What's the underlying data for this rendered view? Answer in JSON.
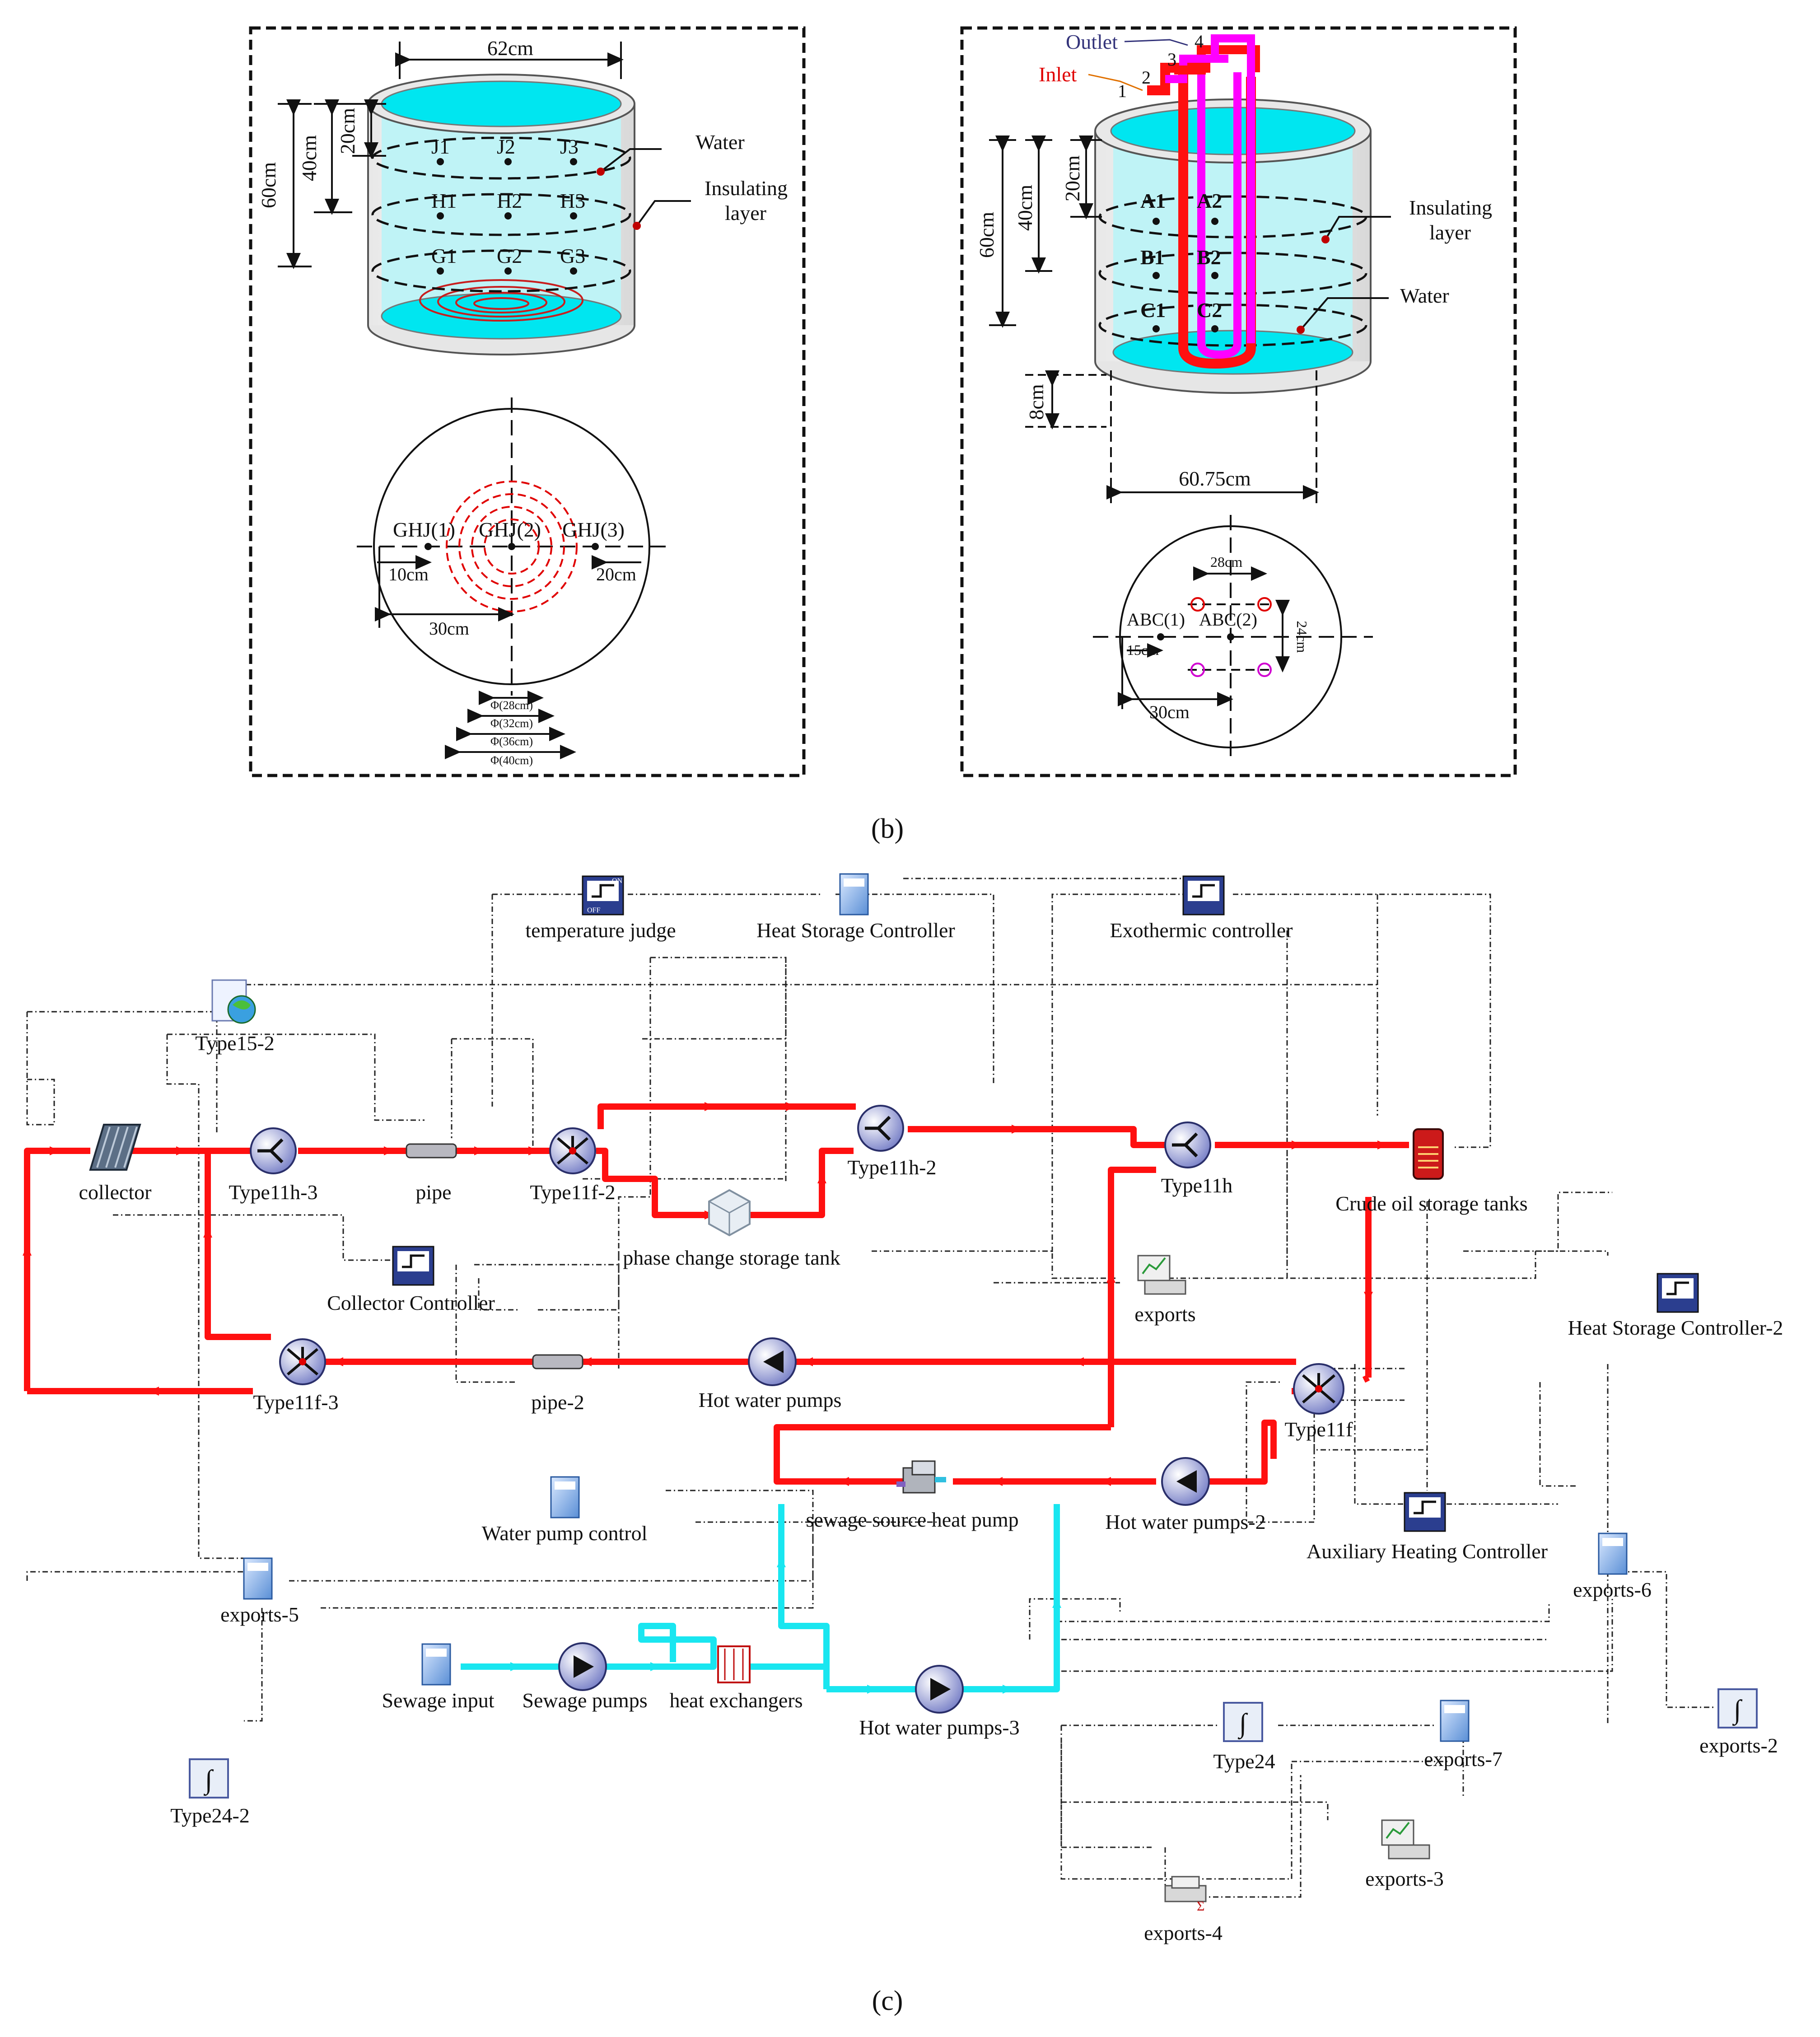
{
  "colors": {
    "hot_pipe": "#ff1010",
    "cold_pipe": "#19e6f0",
    "outlet_pipe": "#ff00ff",
    "water": "#bff3f6",
    "water_top": "#00e6f0"
  },
  "panel_b": {
    "caption": "(b)",
    "left": {
      "dim_diameter": "62cm",
      "dim_60": "60cm",
      "dim_40": "40cm",
      "dim_20": "20cm",
      "label_water": "Water",
      "label_insulating": "Insulating layer",
      "points": [
        "J1",
        "J2",
        "J3",
        "H1",
        "H2",
        "H3",
        "G1",
        "G2",
        "G3"
      ],
      "plan": {
        "ghj1": "GHJ(1)",
        "ghj2": "GHJ(2)",
        "ghj3": "GHJ(3)",
        "d10": "10cm",
        "d20": "20cm",
        "d30": "30cm"
      },
      "phis": [
        "Φ(28cm)",
        "Φ(32cm)",
        "Φ(36cm)",
        "Φ(40cm)"
      ]
    },
    "right": {
      "label_outlet": "Outlet",
      "label_inlet": "Inlet",
      "pipe_nums": [
        "1",
        "2",
        "3",
        "4"
      ],
      "dim_60": "60cm",
      "dim_40": "40cm",
      "dim_20": "20cm",
      "dim_8": "8cm",
      "dim_diameter": "60.75cm",
      "label_insulating": "Insulating layer",
      "label_water": "Water",
      "points": [
        "A1",
        "A2",
        "B1",
        "B2",
        "C1",
        "C2"
      ],
      "plan": {
        "abc1": "ABC(1)",
        "abc2": "ABC(2)",
        "d28": "28cm",
        "d24": "24cm",
        "d15": "15cm",
        "d30": "30cm"
      }
    }
  },
  "panel_c": {
    "caption": "(c)",
    "components": {
      "temperature_judge": "temperature judge",
      "heat_storage_controller": "Heat Storage Controller",
      "exothermic_controller": "Exothermic controller",
      "type15_2": "Type15-2",
      "collector": "collector",
      "type11h_3": "Type11h-3",
      "pipe": "pipe",
      "type11f_2": "Type11f-2",
      "type11h_2": "Type11h-2",
      "type11h": "Type11h",
      "crude_oil": "Crude oil storage tanks",
      "phase_change": "phase change storage tank",
      "collector_controller": "Collector Controller",
      "exports": "exports",
      "heat_storage_controller_2": "Heat Storage Controller-2",
      "type11f_3": "Type11f-3",
      "pipe_2": "pipe-2",
      "hot_water_pumps": "Hot water pumps",
      "type11f": "Type11f",
      "sewage_hp": "sewage source heat pump",
      "hot_water_pumps_2": "Hot water pumps-2",
      "water_pump_control": "Water pump control",
      "aux_heating": "Auxiliary Heating Controller",
      "exports_6": "exports-6",
      "exports_5": "exports-5",
      "sewage_input": "Sewage input",
      "sewage_pumps": "Sewage pumps",
      "heat_exchangers": "heat exchangers",
      "hot_water_pumps_3": "Hot water pumps-3",
      "type24": "Type24",
      "exports_7": "exports-7",
      "exports_2": "exports-2",
      "type24_2": "Type24-2",
      "exports_3": "exports-3",
      "exports_4": "exports-4",
      "on": "ON",
      "off": "OFF"
    }
  }
}
